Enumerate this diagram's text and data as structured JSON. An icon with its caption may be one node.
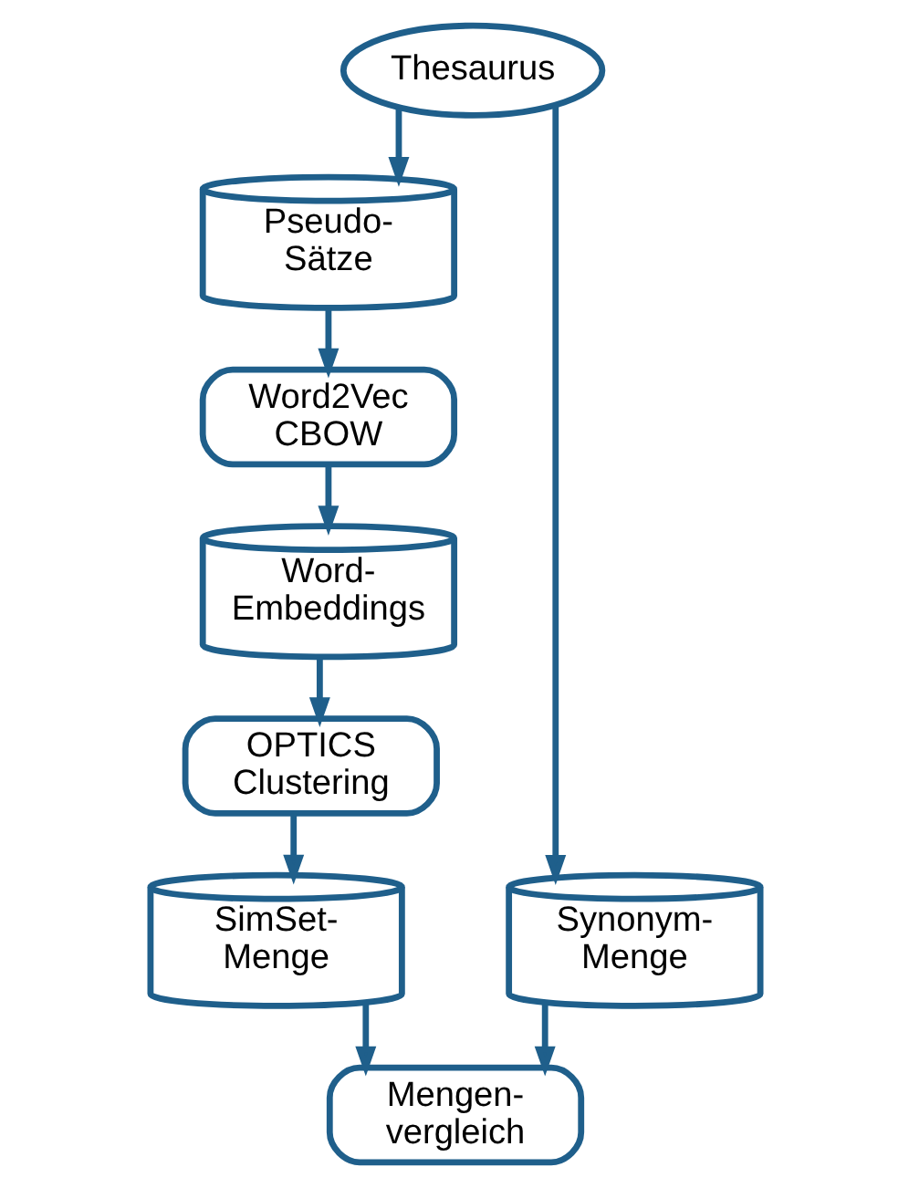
{
  "diagram": {
    "nodes": [
      {
        "text": [
          "Thesaurus"
        ]
      },
      {
        "text": [
          "Pseudo- Sätze"
        ]
      },
      {
        "text": [
          "Word2Vec CBOW"
        ]
      },
      {
        "text": [
          "Word- Embeddings"
        ]
      },
      {
        "text": [
          "OPTICS Clustering"
        ]
      },
      {
        "text": [
          "Synonym- Menge"
        ]
      },
      {
        "text": [
          "SimSet- Menge"
        ]
      },
      {
        "text": [
          "Mengen- vergleich"
        ]
      }
    ],
    "edges": [
      {
        "from": 0,
        "to": 1,
        "arrow": "to"
      },
      {
        "from": 0,
        "to": 5,
        "arrow": "to"
      },
      {
        "from": 1,
        "to": 2,
        "arrow": "to"
      },
      {
        "from": 2,
        "to": 3,
        "arrow": "to"
      },
      {
        "from": 3,
        "to": 4,
        "arrow": "to"
      },
      {
        "from": 4,
        "to": 6,
        "arrow": "to"
      },
      {
        "from": 5,
        "to": 7,
        "arrow": "to"
      },
      {
        "from": 6,
        "to": 7,
        "arrow": "to"
      }
    ]
  }
}
